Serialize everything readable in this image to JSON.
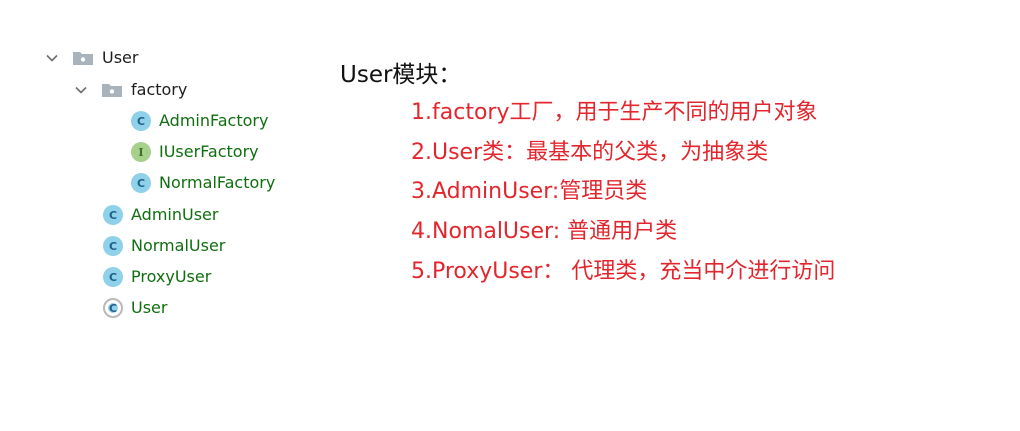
{
  "tree": {
    "items": [
      {
        "label": "User",
        "kind": "folder",
        "expanded": true,
        "icon": "package-folder-icon"
      },
      {
        "label": "factory",
        "kind": "folder",
        "expanded": true,
        "icon": "package-folder-icon"
      },
      {
        "label": "AdminFactory",
        "kind": "class",
        "icon_letter": "C"
      },
      {
        "label": "IUserFactory",
        "kind": "interface",
        "icon_letter": "I"
      },
      {
        "label": "NormalFactory",
        "kind": "class",
        "icon_letter": "C"
      },
      {
        "label": "AdminUser",
        "kind": "class",
        "icon_letter": "C"
      },
      {
        "label": "NormalUser",
        "kind": "class",
        "icon_letter": "C"
      },
      {
        "label": "ProxyUser",
        "kind": "class",
        "icon_letter": "C"
      },
      {
        "label": "User",
        "kind": "abstract-class",
        "icon_letter": "C"
      }
    ]
  },
  "description": {
    "title": "User模块：",
    "items": [
      "1.factory工厂，用于生产不同的用户对象",
      "2.User类：最基本的父类，为抽象类",
      "3.AdminUser:管理员类",
      "4.NomalUser: 普通用户类",
      "5.ProxyUser：  代理类，充当中介进行访问"
    ]
  },
  "colors": {
    "class_label": "#0f6e0f",
    "folder_label": "#1e1e1e",
    "class_icon": "#8fd1e8",
    "interface_icon": "#a8d08d",
    "description_text": "#e3262d"
  }
}
